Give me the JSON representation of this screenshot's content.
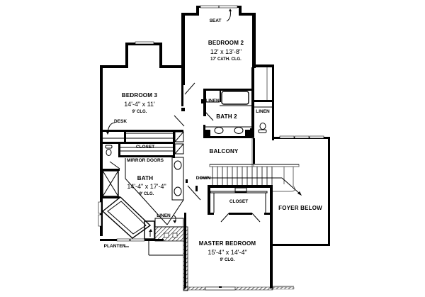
{
  "plan": {
    "rooms": {
      "bedroom2": {
        "name": "BEDROOM 2",
        "dims": "12' x 13'-8\"",
        "ceiling": "17' CATH. CLG."
      },
      "bedroom3": {
        "name": "BEDROOM 3",
        "dims": "14'-4\" x 11'",
        "ceiling": "9' CLG."
      },
      "bath": {
        "name": "BATH",
        "dims": "14'-4\" x 17'-4\"",
        "ceiling": "9' CLG."
      },
      "master": {
        "name": "MASTER BEDROOM",
        "dims": "15'-4\" x 14'-4\"",
        "ceiling": "9' CLG."
      },
      "bath2": {
        "name": "BATH 2"
      },
      "balcony": {
        "name": "BALCONY"
      },
      "foyer": {
        "name": "FOYER BELOW"
      }
    },
    "labels": {
      "seat": "SEAT",
      "linen_bath2": "LINEN",
      "linen_hall": "LINEN",
      "linen_master": "LINEN",
      "desk": "DESK",
      "closet_bath": "CLOSET",
      "mirror_doors": "MIRROR DOORS",
      "down": "DOWN",
      "closet_master": "CLOSET",
      "planter": "PLANTER"
    }
  }
}
